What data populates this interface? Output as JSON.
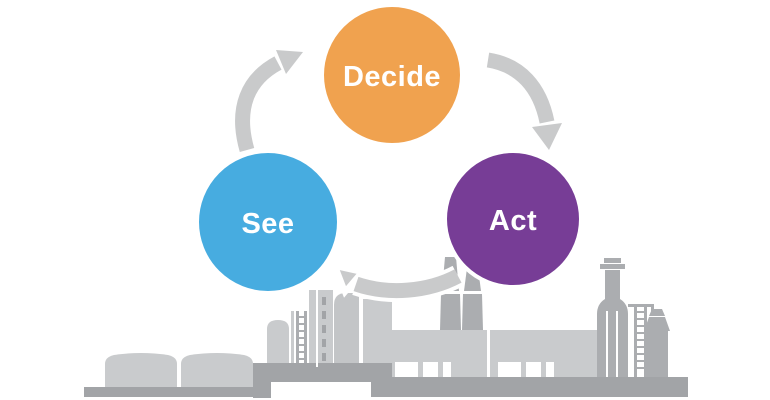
{
  "diagram": {
    "type": "cycle",
    "nodes": [
      {
        "label": "Decide",
        "color": "#F0A24F",
        "text_color": "#FFFFFF"
      },
      {
        "label": "See",
        "color": "#47ACE0",
        "text_color": "#FFFFFF"
      },
      {
        "label": "Act",
        "color": "#773D96",
        "text_color": "#FFFFFF"
      }
    ],
    "arrows": [
      {
        "name": "see-to-decide"
      },
      {
        "name": "decide-to-act"
      },
      {
        "name": "act-to-see"
      }
    ],
    "arrow_color": "#C9CACB",
    "background": {
      "name": "industrial-plant-silhouette",
      "light_gray": "#C9CBCD",
      "mid_gray": "#A2A4A7",
      "detail_gray": "#ABADB0"
    }
  }
}
